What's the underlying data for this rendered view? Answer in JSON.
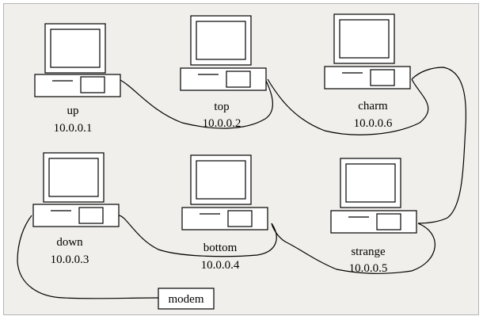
{
  "hosts": [
    {
      "id": "up",
      "name": "up",
      "ip": "10.0.0.1"
    },
    {
      "id": "top",
      "name": "top",
      "ip": "10.0.0.2"
    },
    {
      "id": "charm",
      "name": "charm",
      "ip": "10.0.0.6"
    },
    {
      "id": "down",
      "name": "down",
      "ip": "10.0.0.3"
    },
    {
      "id": "bottom",
      "name": "bottom",
      "ip": "10.0.0.4"
    },
    {
      "id": "strange",
      "name": "strange",
      "ip": "10.0.0.5"
    }
  ],
  "modem": {
    "label": "modem"
  },
  "links": [
    [
      "up",
      "top"
    ],
    [
      "top",
      "charm"
    ],
    [
      "charm",
      "strange"
    ],
    [
      "strange",
      "bottom"
    ],
    [
      "bottom",
      "down"
    ],
    [
      "down",
      "modem"
    ]
  ],
  "colors": {
    "background": "#f0efeb",
    "line": "#000000",
    "screen": "#ffffff"
  }
}
